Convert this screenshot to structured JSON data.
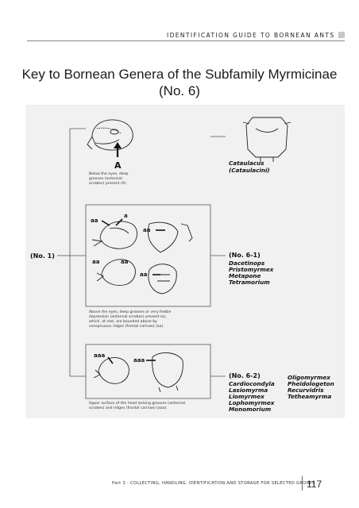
{
  "header": {
    "running_title": "IDENTIFICATION GUIDE TO BORNEAN ANTS"
  },
  "title": {
    "line1": "Key to Bornean Genera of the Subfamily Myrmicinae",
    "line2": "(No. 6)"
  },
  "figure": {
    "start_label": "(No. 1)",
    "panel1": {
      "marker": "A",
      "caption_lines": [
        "Below the eyes, deep",
        "grooves (antennal",
        "scrobes) present (A)."
      ],
      "result_lines": [
        "Cataulacus",
        "(Cataulacini)"
      ]
    },
    "panel2": {
      "marker_a": "a",
      "marker_aa": "aa",
      "caption_lines": [
        "Above the eyes, deep grooves or very feeble",
        "depression (antennal scrobes) present (a),",
        "which, at rest, are bounded above by",
        "conspicuous ridges (frontal carinae) (aa)."
      ],
      "result_label": "(No. 6-1)",
      "genera": [
        "Dacetinops",
        "Pristomyrmex",
        "Metapone",
        "Tetramorium"
      ]
    },
    "panel3": {
      "marker_aaa": "aaa",
      "caption_lines": [
        "Upper surface of the head lacking grooves (antennal",
        "scrobes) and ridges (frontal carinae) (aaa)."
      ],
      "result_label": "(No. 6-2)",
      "genera_col1": [
        "Cardiocondyla",
        "Lasiomyrma",
        "Liomyrmex",
        "Lophomyrmex",
        "Monomorium"
      ],
      "genera_col2": [
        "Oligomyrmex",
        "Pheidologeton",
        "Recurvidris",
        "Tetheamyrma"
      ]
    }
  },
  "footer": {
    "text": "Part 3 - COLLECTING, HANDLING, IDENTIFICATION AND STORAGE FOR SELECTED GROUPS",
    "page_number": "117"
  }
}
